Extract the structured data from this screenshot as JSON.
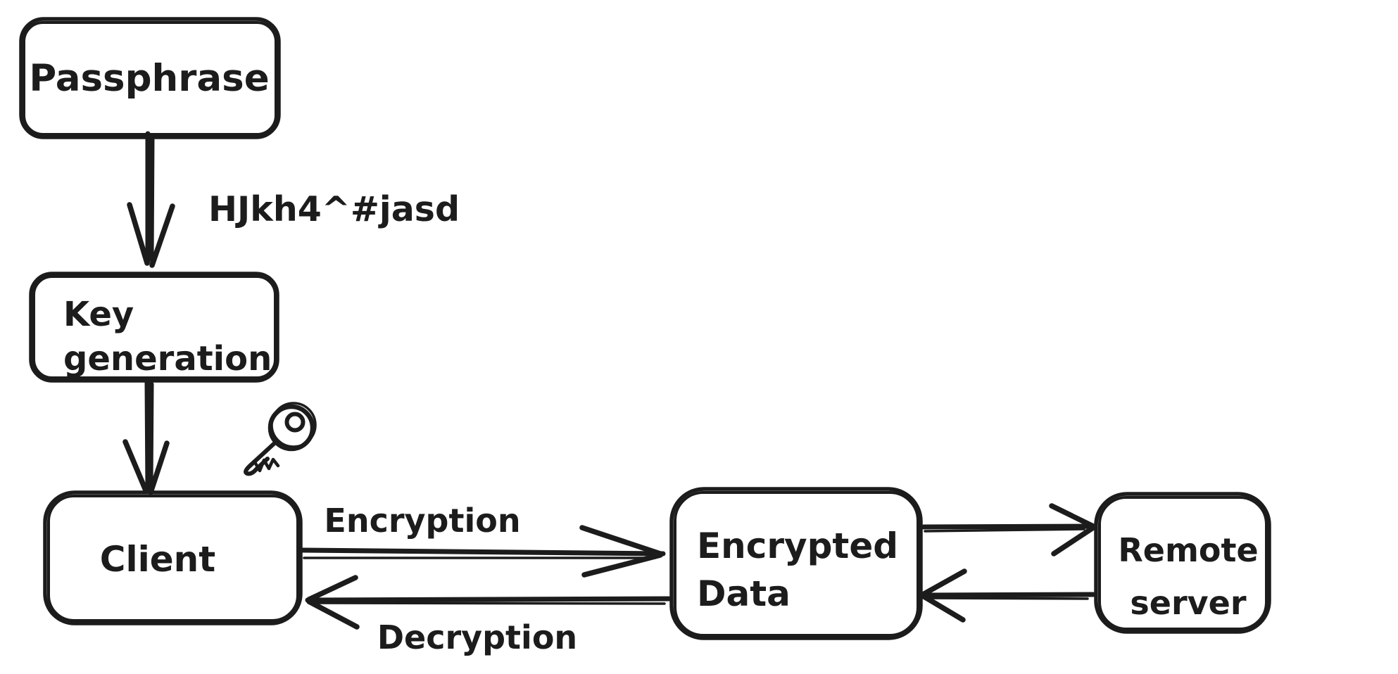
{
  "canvas": {
    "background": "#ffffff",
    "ink": "#1c1c1c"
  },
  "nodes": {
    "passphrase": {
      "label": "Passphrase"
    },
    "key_generation": {
      "line1": "Key",
      "line2": "generation"
    },
    "client": {
      "label": "Client"
    },
    "encrypted_data": {
      "line1": "Encrypted",
      "line2": "Data"
    },
    "remote_server": {
      "line1": "Remote",
      "line2": "server"
    }
  },
  "edges": {
    "derive_key": {
      "label": "HJkh4^#jasd"
    },
    "encryption": {
      "label": "Encryption"
    },
    "decryption": {
      "label": "Decryption"
    },
    "upload": {
      "label": ""
    },
    "download": {
      "label": ""
    }
  },
  "icons": {
    "key": "key-icon"
  }
}
